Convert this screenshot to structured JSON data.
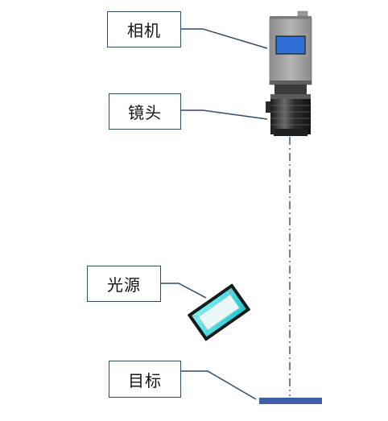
{
  "labels": {
    "camera": "相机",
    "lens": "镜头",
    "light": "光源",
    "target": "目标"
  },
  "colors": {
    "label_border": "#2f4a6b",
    "leader_line": "#2f4a6b",
    "optical_axis": "#3b5a86",
    "target_plate": "#3f5fa8",
    "camera_body": "#a3a3a3",
    "camera_window": "#2f6fd6",
    "lens_dark": "#2b2b2b",
    "light_frame": "#1a1a1a",
    "light_glow": "#2ee0e6"
  }
}
